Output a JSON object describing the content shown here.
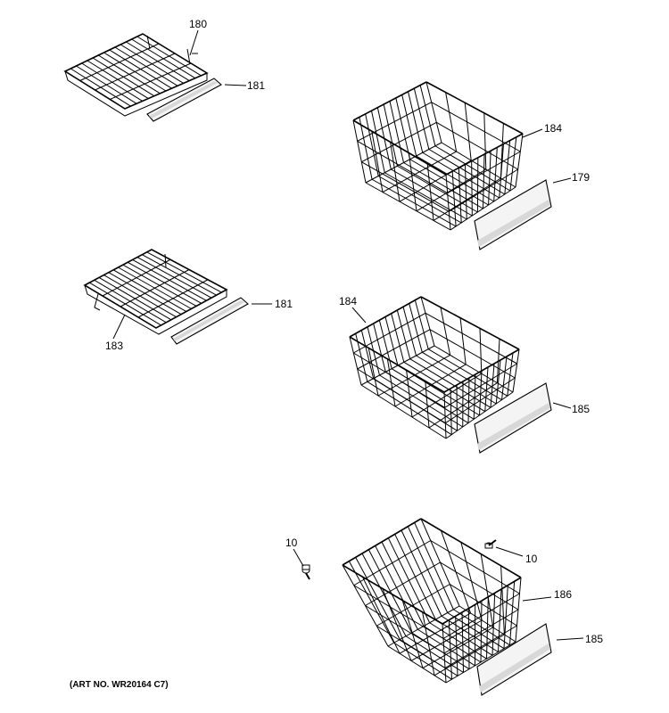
{
  "diagram": {
    "parts": [
      {
        "id": "shelf-top",
        "label": "180"
      },
      {
        "id": "shelf-top-trim",
        "label": "181"
      },
      {
        "id": "basket-top",
        "label": "184"
      },
      {
        "id": "basket-top-front",
        "label": "179"
      },
      {
        "id": "shelf-mid-trim",
        "label": "181"
      },
      {
        "id": "shelf-mid",
        "label": "183"
      },
      {
        "id": "basket-mid",
        "label": "184"
      },
      {
        "id": "basket-mid-front",
        "label": "185"
      },
      {
        "id": "screw-left",
        "label": "10"
      },
      {
        "id": "screw-right",
        "label": "10"
      },
      {
        "id": "basket-bottom",
        "label": "186"
      },
      {
        "id": "basket-bottom-front",
        "label": "185"
      }
    ],
    "art_number": "(ART NO. WR20164 C7)"
  }
}
